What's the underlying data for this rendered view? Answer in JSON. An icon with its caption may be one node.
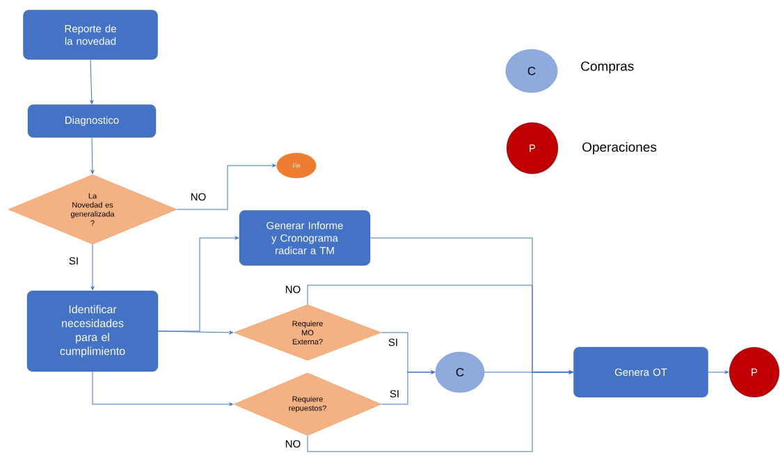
{
  "diagram": {
    "nodes": [
      {
        "text": [
          "Reporte de la novedad"
        ]
      },
      {
        "text": [
          "Diagnostico"
        ]
      },
      {
        "text": [
          "La Novedad es generalizada ?"
        ]
      },
      {
        "text": [
          "Fin"
        ]
      },
      {
        "text": [
          "Generar Informe y Cronograma radicar a TM"
        ]
      },
      {
        "text": [
          "Identificar necesidades para el cumplimiento"
        ]
      },
      {
        "text": [
          "Requiere MO Externa?"
        ]
      },
      {
        "text": [
          "C"
        ]
      },
      {
        "text": [
          "Requiere repuestos?"
        ]
      },
      {
        "text": [
          "Genera OT"
        ]
      },
      {
        "text": [
          "P"
        ]
      },
      {
        "text": [
          "C"
        ],
        "beside": [
          "Compras"
        ]
      },
      {
        "text": [
          "P"
        ],
        "beside": [
          "Operaciones"
        ]
      }
    ],
    "edges": [
      {
        "from": 0,
        "to": 1,
        "arrow": "to"
      },
      {
        "from": 1,
        "to": 2,
        "arrow": "to"
      },
      {
        "from": 2,
        "to": 3,
        "arrow": "to",
        "label": "NO"
      },
      {
        "from": 2,
        "to": 5,
        "arrow": "to",
        "label": "SI"
      },
      {
        "from": 5,
        "to": 4,
        "arrow": "to"
      },
      {
        "from": 5,
        "to": 6,
        "arrow": "to"
      },
      {
        "from": 5,
        "to": 8,
        "arrow": "to"
      },
      {
        "from": 6,
        "to": 7,
        "arrow": "to",
        "label": "SI"
      },
      {
        "from": 8,
        "to": 7,
        "arrow": "to",
        "label": "SI"
      },
      {
        "from": 7,
        "to": 9,
        "arrow": "to"
      },
      {
        "from": 4,
        "to": 9,
        "arrow": "to"
      },
      {
        "from": 6,
        "to": 9,
        "arrow": "to",
        "label": "NO"
      },
      {
        "from": 8,
        "to": 9,
        "arrow": "to",
        "label": "NO"
      },
      {
        "from": 9,
        "to": 10,
        "arrow": "to"
      }
    ]
  }
}
